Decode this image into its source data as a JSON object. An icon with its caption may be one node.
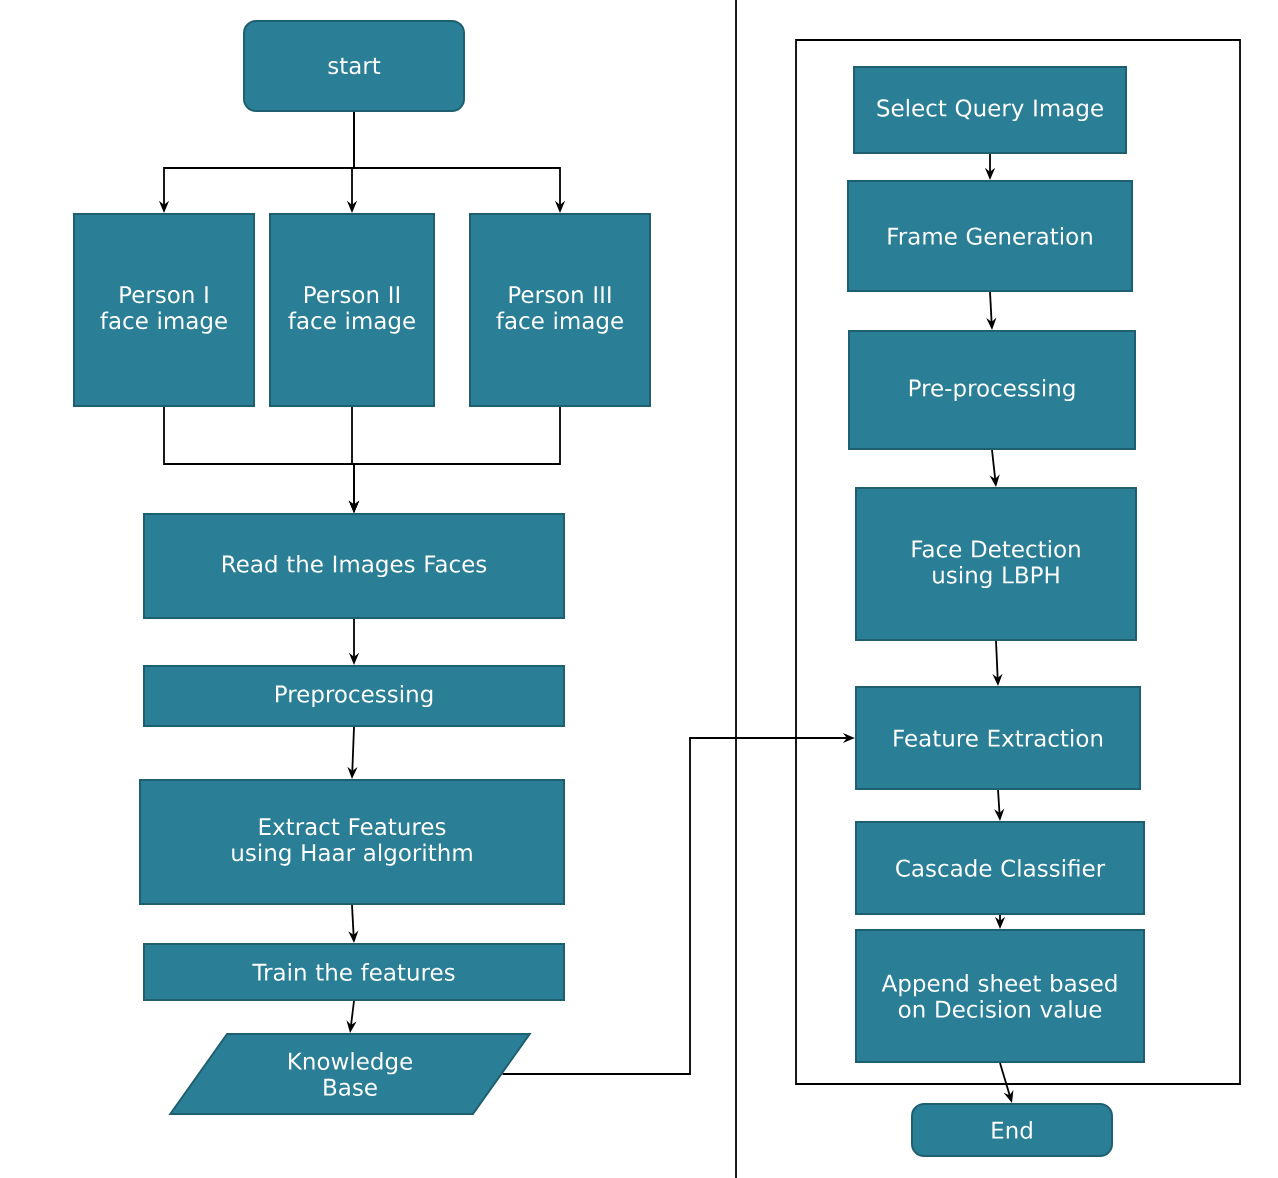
{
  "diagram": {
    "nodes": [
      {
        "text": [
          "start"
        ]
      },
      {
        "text": [
          "Person I face image"
        ]
      },
      {
        "text": [
          "Person II face image"
        ]
      },
      {
        "text": [
          "Person III face image"
        ]
      },
      {
        "text": [
          "Read the Images Faces"
        ]
      },
      {
        "text": [
          "Preprocessing"
        ]
      },
      {
        "text": [
          "Extract Features using Haar algorithm"
        ]
      },
      {
        "text": [
          "Train the features"
        ]
      },
      {
        "text": [
          "Knowledge Base"
        ]
      },
      {
        "text": [
          "Select Query Image"
        ]
      },
      {
        "text": [
          "Frame Generation"
        ]
      },
      {
        "text": [
          "Pre-processing"
        ]
      },
      {
        "text": [
          "Face Detection using LBPH"
        ]
      },
      {
        "text": [
          "Feature Extraction"
        ]
      },
      {
        "text": [
          "Cascade Classifier"
        ]
      },
      {
        "text": [
          "Append sheet based on Decision value"
        ]
      },
      {
        "text": [
          "End"
        ]
      }
    ],
    "edges": [
      {
        "from": 0,
        "to": 1,
        "arrow": "to"
      },
      {
        "from": 0,
        "to": 2,
        "arrow": "to"
      },
      {
        "from": 0,
        "to": 3,
        "arrow": "to"
      },
      {
        "from": 1,
        "to": 4,
        "arrow": "to"
      },
      {
        "from": 2,
        "to": 4,
        "arrow": "to"
      },
      {
        "from": 3,
        "to": 4,
        "arrow": "to"
      },
      {
        "from": 4,
        "to": 5,
        "arrow": "to"
      },
      {
        "from": 5,
        "to": 6,
        "arrow": "to"
      },
      {
        "from": 6,
        "to": 7,
        "arrow": "to"
      },
      {
        "from": 7,
        "to": 8,
        "arrow": "to"
      },
      {
        "from": 8,
        "to": 13,
        "arrow": "to"
      },
      {
        "from": 9,
        "to": 10,
        "arrow": "to"
      },
      {
        "from": 10,
        "to": 11,
        "arrow": "to"
      },
      {
        "from": 11,
        "to": 12,
        "arrow": "to"
      },
      {
        "from": 12,
        "to": 13,
        "arrow": "to"
      },
      {
        "from": 13,
        "to": 14,
        "arrow": "to"
      },
      {
        "from": 14,
        "to": 15,
        "arrow": "to"
      },
      {
        "from": 15,
        "to": 16,
        "arrow": "to"
      }
    ]
  }
}
